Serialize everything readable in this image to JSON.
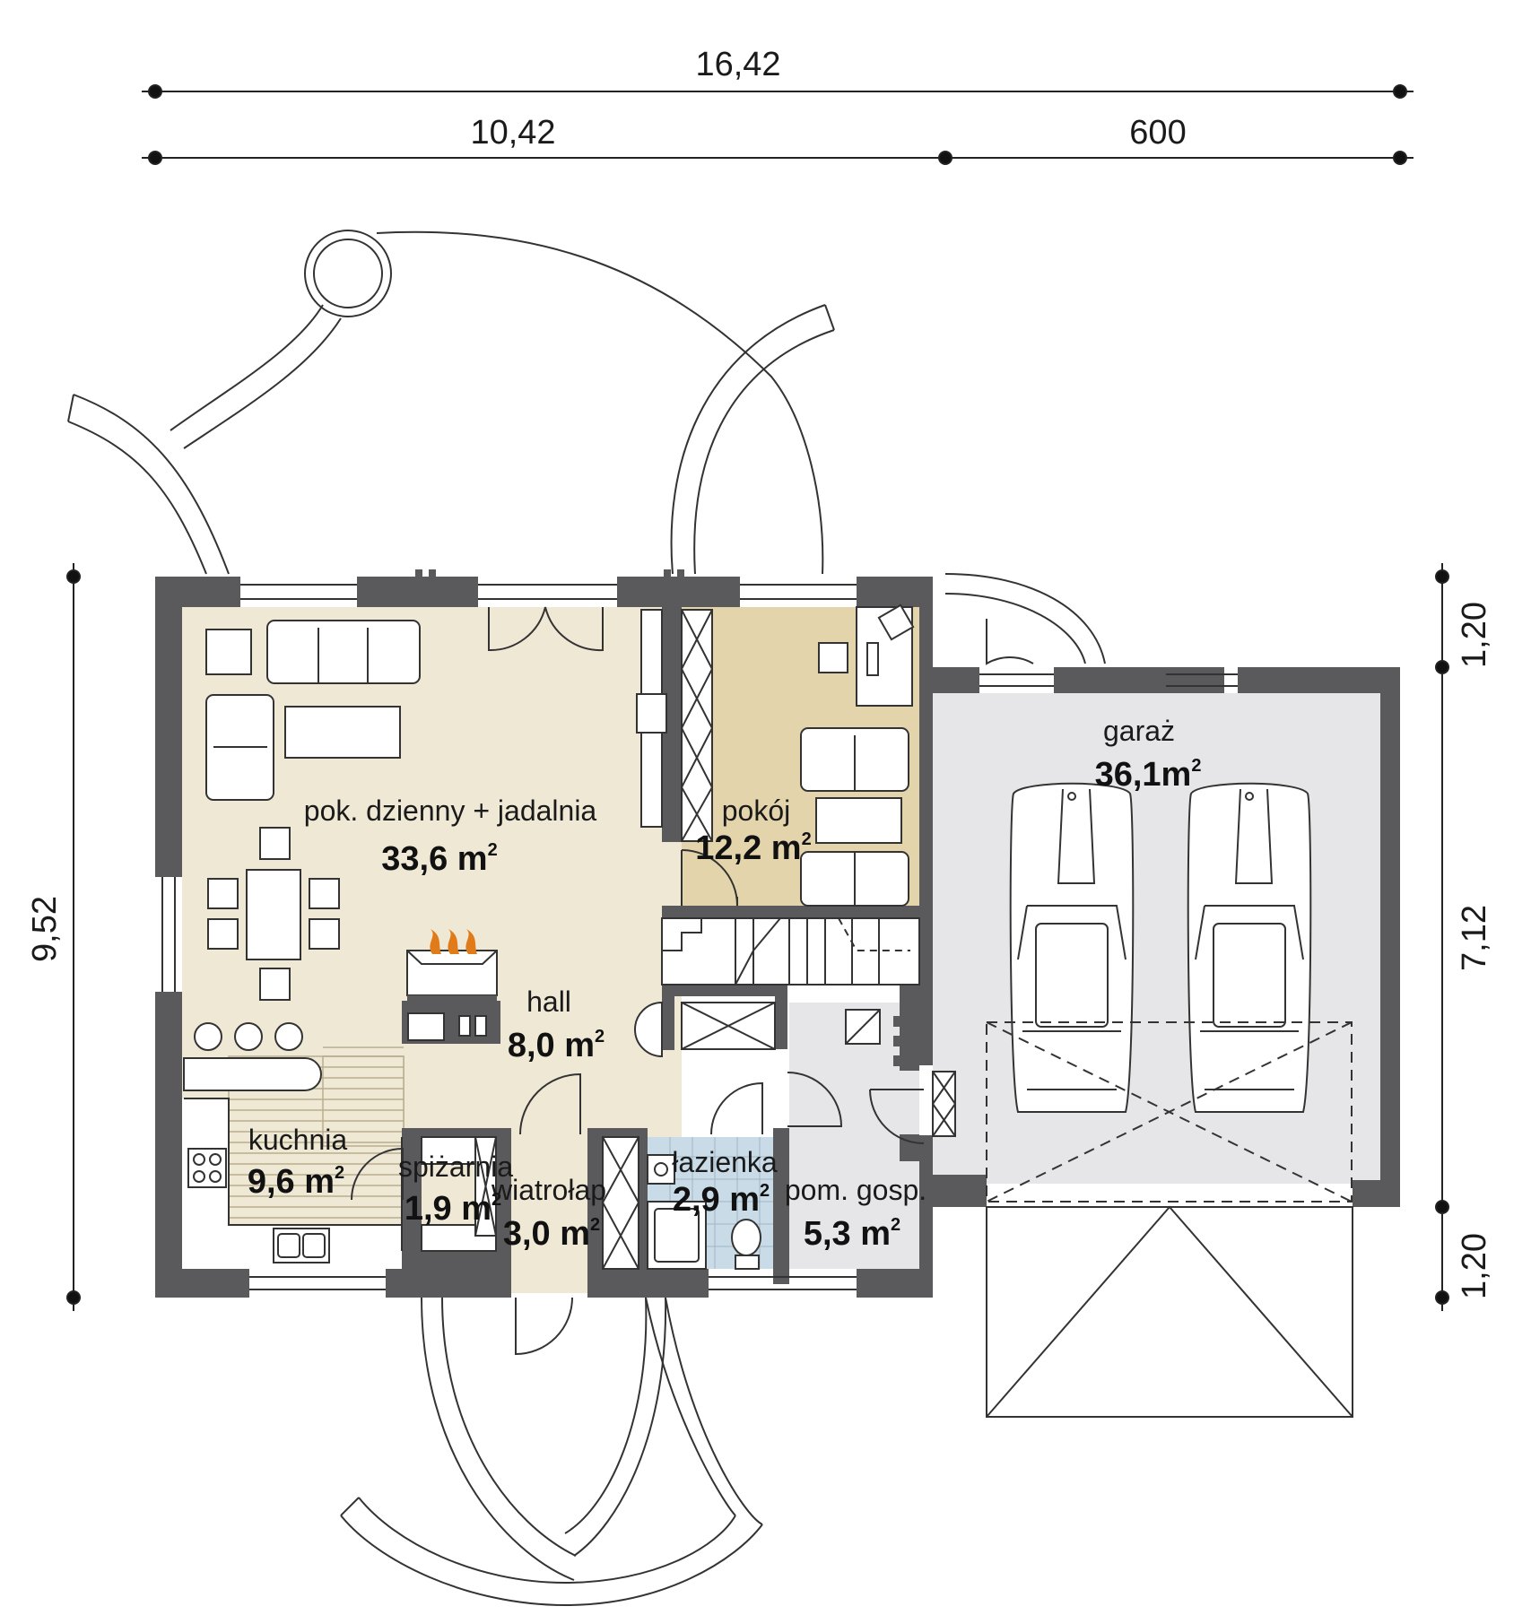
{
  "dimensions": {
    "total_width": "16,42",
    "left_width": "10,42",
    "right_width": "600",
    "total_depth": "9,52",
    "right_top": "1,20",
    "right_middle": "7,12",
    "right_bottom": "1,20"
  },
  "rooms": {
    "living": {
      "name": "pok. dzienny + jadalnia",
      "area": "33,6 m",
      "sup": "2"
    },
    "pokoj": {
      "name": "pokój",
      "area": "12,2 m",
      "sup": "2"
    },
    "hall": {
      "name": "hall",
      "area": "8,0 m",
      "sup": "2"
    },
    "kuchnia": {
      "name": "kuchnia",
      "area": "9,6 m",
      "sup": "2"
    },
    "spizarnia": {
      "name": "spiżarnia",
      "area": "1,9 m",
      "sup": "2"
    },
    "wiatrolap": {
      "name": "wiatrołap",
      "area": "3,0 m",
      "sup": "2"
    },
    "lazienka": {
      "name": "łazienka",
      "area": "2,9 m",
      "sup": "2"
    },
    "gosp": {
      "name": "pom. gosp.",
      "area": "5,3 m",
      "sup": "2"
    },
    "garaz": {
      "name": "garaż",
      "area": "36,1m",
      "sup": "2"
    }
  },
  "colors": {
    "wall": "#5a5a5c",
    "living_floor": "#efe8d5",
    "pokoj_floor": "#e3d4ab",
    "garage_floor": "#e6e6e8",
    "bath_floor": "#c9dbe6",
    "fire": "#e07b1a"
  }
}
